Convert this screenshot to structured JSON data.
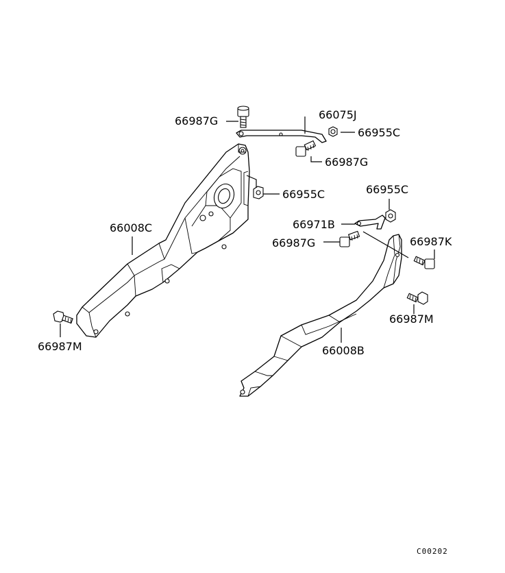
{
  "labels": {
    "bolt_top": "66987G",
    "bracket": "66075J",
    "nut_top": "66955C",
    "bolt_mid": "66987G",
    "nut_upper_cover": "66955C",
    "cover_left": "66008C",
    "bolt_left_bottom": "66987M",
    "nut_right": "66955C",
    "stay": "66971B",
    "bolt_stay": "66987G",
    "bolt_right_top": "66987K",
    "bolt_right_bottom": "66987M",
    "cover_right": "66008B"
  },
  "diagram_code": "C00202"
}
